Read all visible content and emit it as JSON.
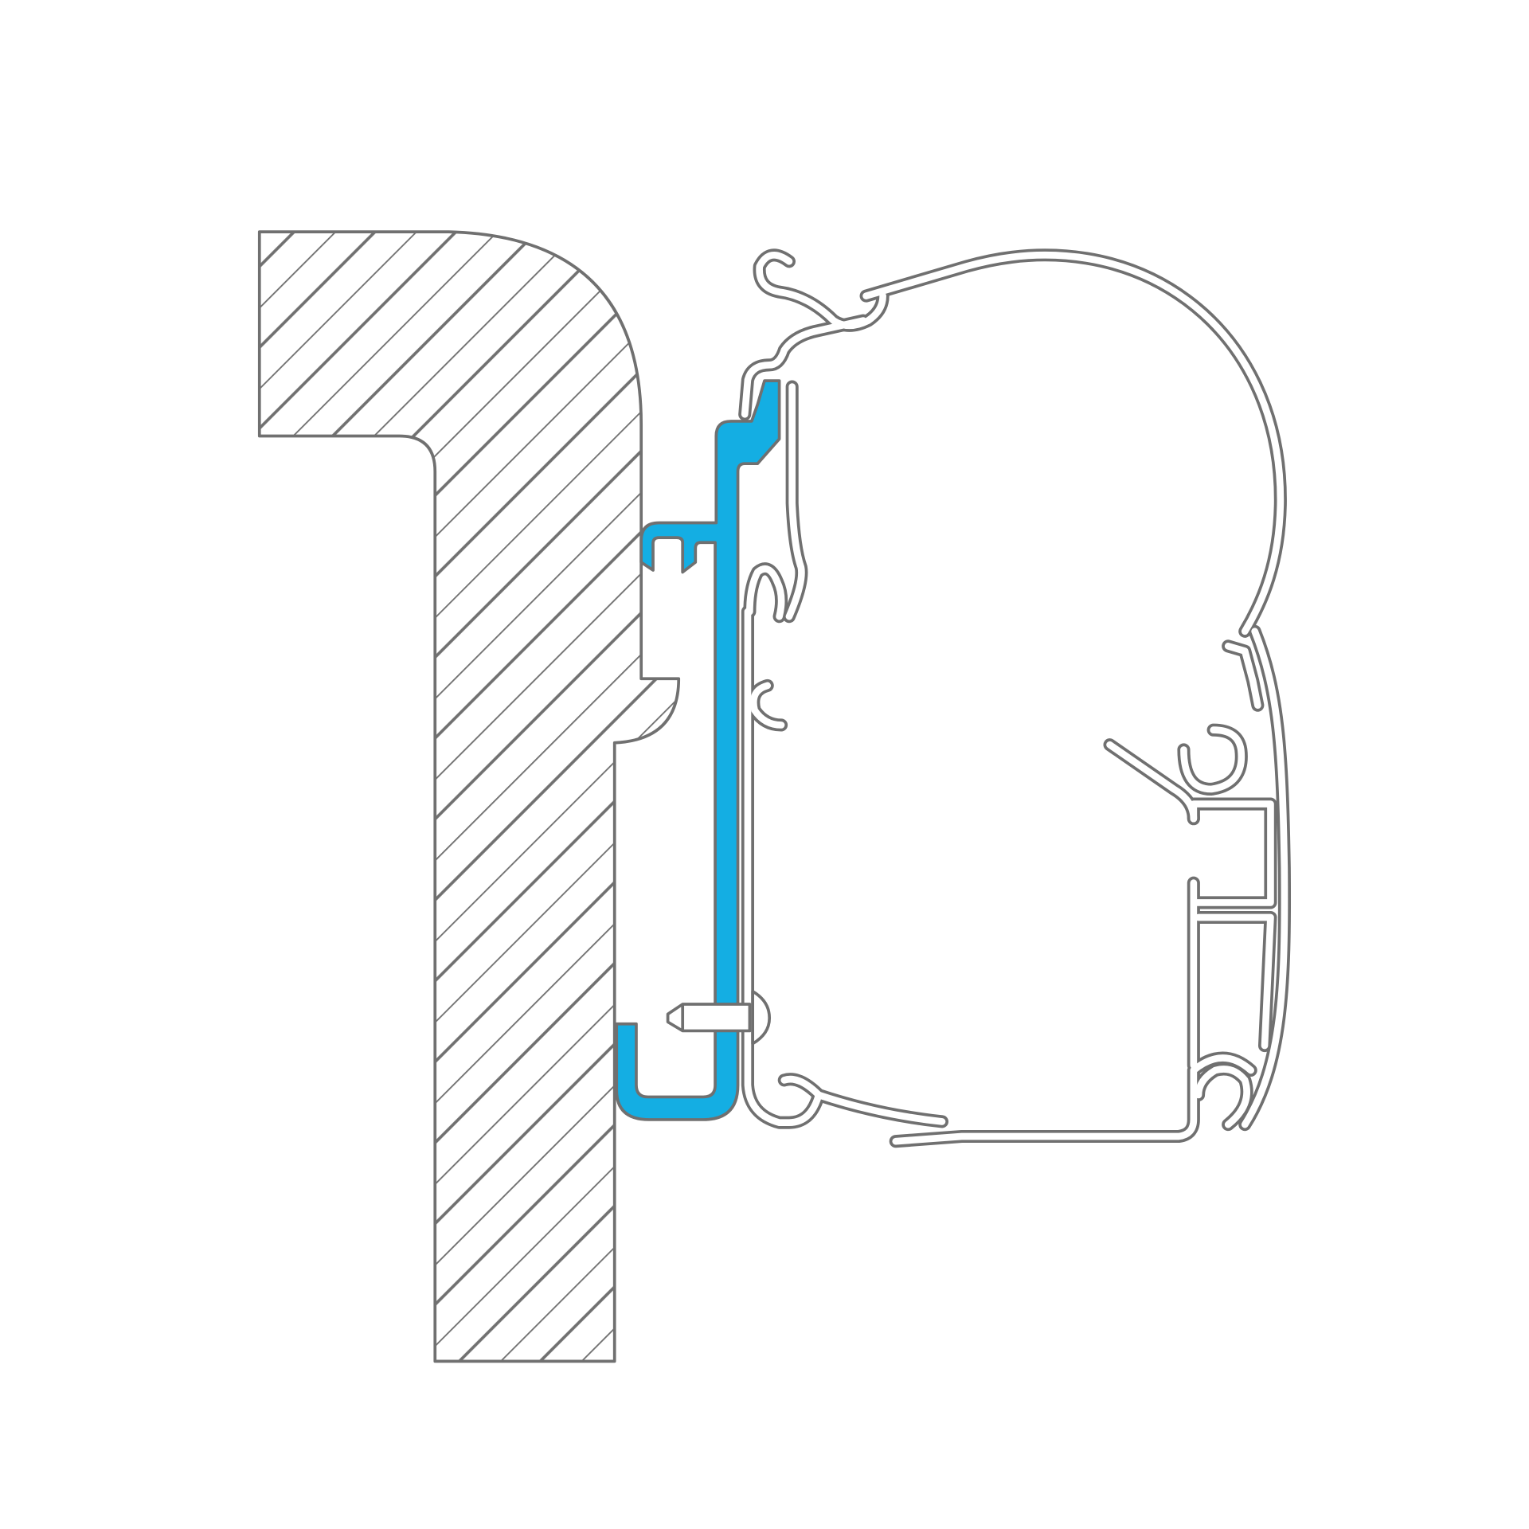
{
  "diagram": {
    "kind": "cross-section drawing: awning profile mounted on wall via adapter bracket",
    "colors": {
      "outline": "#707070",
      "adapter": "#14aee3",
      "background": "#ffffff",
      "profile_fill": "#ffffff"
    },
    "parts": [
      {
        "id": "wall",
        "style": "hatched section"
      },
      {
        "id": "adapter-rail",
        "style": "highlighted blue"
      },
      {
        "id": "awning-profile",
        "style": "double outline"
      },
      {
        "id": "screw",
        "style": "outline"
      }
    ]
  }
}
